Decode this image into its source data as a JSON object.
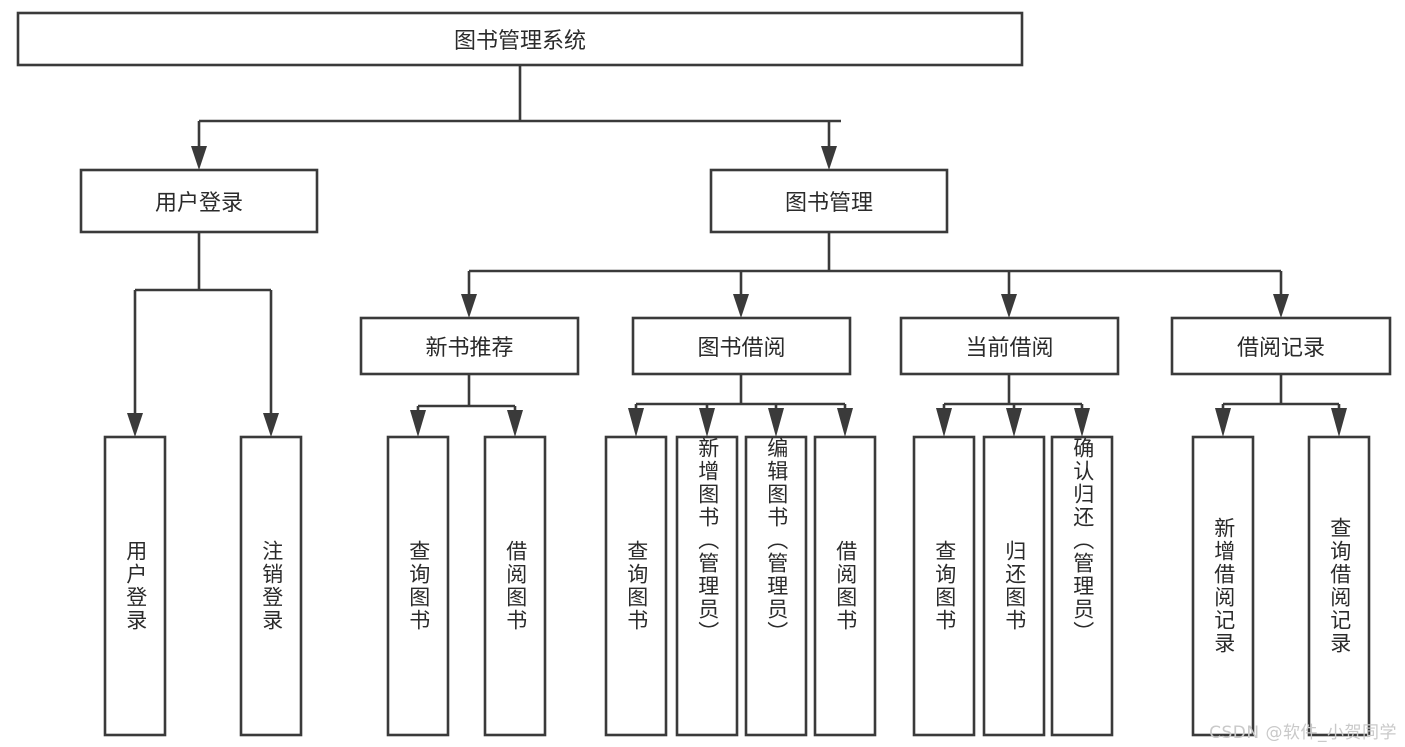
{
  "diagram": {
    "type": "tree",
    "title": "图书管理系统",
    "watermark": "CSDN @软件_小贺同学",
    "root": {
      "id": "root",
      "label": "图书管理系统",
      "orientation": "horizontal"
    },
    "level2": [
      {
        "id": "user-login",
        "label": "用户登录",
        "orientation": "horizontal"
      },
      {
        "id": "book-manage",
        "label": "图书管理",
        "orientation": "horizontal"
      }
    ],
    "level3": [
      {
        "id": "new-book-recommend",
        "label": "新书推荐",
        "orientation": "horizontal",
        "parent": "book-manage"
      },
      {
        "id": "book-borrow",
        "label": "图书借阅",
        "orientation": "horizontal",
        "parent": "book-manage"
      },
      {
        "id": "current-borrow",
        "label": "当前借阅",
        "orientation": "horizontal",
        "parent": "book-manage"
      },
      {
        "id": "borrow-record",
        "label": "借阅记录",
        "orientation": "horizontal",
        "parent": "book-manage"
      }
    ],
    "leaves": [
      {
        "id": "leaf-user-login",
        "label": "用户登录",
        "orientation": "vertical",
        "parent": "user-login"
      },
      {
        "id": "leaf-logout-login",
        "label": "注销登录",
        "orientation": "vertical",
        "parent": "user-login"
      },
      {
        "id": "leaf-query-book-1",
        "label": "查询图书",
        "orientation": "vertical",
        "parent": "new-book-recommend"
      },
      {
        "id": "leaf-borrow-book-1",
        "label": "借阅图书",
        "orientation": "vertical",
        "parent": "new-book-recommend"
      },
      {
        "id": "leaf-query-book-2",
        "label": "查询图书",
        "orientation": "vertical",
        "parent": "book-borrow"
      },
      {
        "id": "leaf-add-book",
        "label": "新增图书（管理员）",
        "orientation": "vertical",
        "parent": "book-borrow"
      },
      {
        "id": "leaf-edit-book",
        "label": "编辑图书（管理员）",
        "orientation": "vertical",
        "parent": "book-borrow"
      },
      {
        "id": "leaf-borrow-book-2",
        "label": "借阅图书",
        "orientation": "vertical",
        "parent": "book-borrow"
      },
      {
        "id": "leaf-query-book-3",
        "label": "查询图书",
        "orientation": "vertical",
        "parent": "current-borrow"
      },
      {
        "id": "leaf-return-book",
        "label": "归还图书",
        "orientation": "vertical",
        "parent": "current-borrow"
      },
      {
        "id": "leaf-confirm-return",
        "label": "确认归还（管理员）",
        "orientation": "vertical",
        "parent": "current-borrow"
      },
      {
        "id": "leaf-add-record",
        "label": "新增借阅记录",
        "orientation": "vertical",
        "parent": "borrow-record"
      },
      {
        "id": "leaf-query-record",
        "label": "查询借阅记录",
        "orientation": "vertical",
        "parent": "borrow-record"
      }
    ],
    "colors": {
      "stroke": "#3a3a3a",
      "fill": "#ffffff",
      "text": "#2b2b2b",
      "watermark": "#c9c9c9",
      "background": "#ffffff"
    }
  }
}
